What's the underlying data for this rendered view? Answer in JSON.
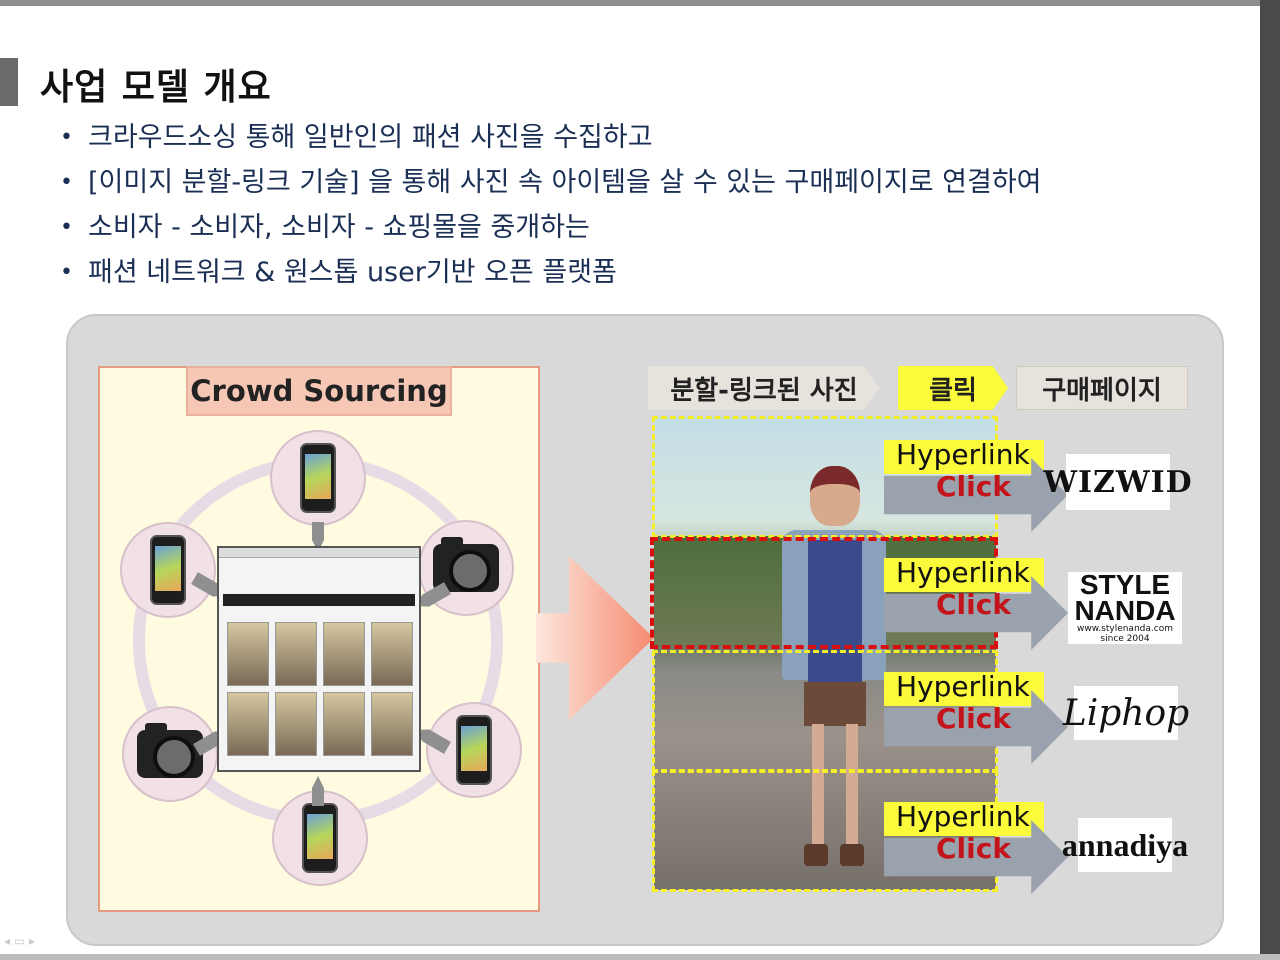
{
  "slide": {
    "title": "사업 모델 개요",
    "bullets": [
      "크라우드소싱 통해 일반인의 패션 사진을 수집하고",
      "[이미지 분할-링크 기술] 을 통해 사진 속 아이템을 살 수 있는 구매페이지로 연결하여",
      "소비자 - 소비자, 소비자 - 쇼핑몰을 중개하는",
      "패션 네트워크 & 원스톱 user기반 오픈 플랫폼"
    ]
  },
  "diagram": {
    "crowd_label": "Crowd Sourcing",
    "flow_headers": [
      "분할-링크된 사진",
      "클릭",
      "구매페이지"
    ],
    "links": [
      {
        "hyper": "Hyperlink",
        "click": "Click"
      },
      {
        "hyper": "Hyperlink",
        "click": "Click"
      },
      {
        "hyper": "Hyperlink",
        "click": "Click"
      },
      {
        "hyper": "Hyperlink",
        "click": "Click"
      }
    ],
    "brands": {
      "wizwid": "WIZWID",
      "stylenanda_line1": "STYLE",
      "stylenanda_line2": "NANDA",
      "stylenanda_url": "www.stylenanda.com",
      "stylenanda_since": "since 2004",
      "liphop": "Liphop",
      "annadiya": "annadiya"
    }
  },
  "colors": {
    "title": "#111111",
    "bullet_text": "#1b2f55",
    "highlight_yellow": "#fbfb3c",
    "segment_red": "#d90f0f",
    "click_red": "#c4141b",
    "crowd_label_bg": "#f7c7b5",
    "panel_bg": "#d9d9d9"
  },
  "icons": [
    "smartphone-icon",
    "camera-icon",
    "arrow-right-icon"
  ]
}
